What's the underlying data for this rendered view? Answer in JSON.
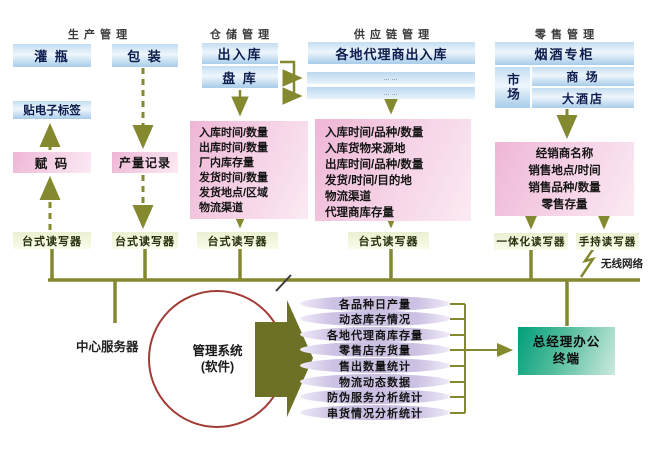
{
  "headers": {
    "production": "生 产 管 理",
    "warehouse": "仓 储 管 理",
    "supply_chain": "供 应 链 管 理",
    "retail": "零 售 管 理"
  },
  "production": {
    "filling": "灌 瓶",
    "packaging": "包 装",
    "tag": "贴电子标签",
    "coding": "赋 码",
    "output_record": "产量记录"
  },
  "warehouse": {
    "in_out": "出入库",
    "stocktake": "盘 库",
    "panel": [
      "入库时间/数量",
      "出库时间/数量",
      "厂内库存量",
      "发货时间/数量",
      "发货地点/区域",
      "物流渠道"
    ]
  },
  "supply_chain": {
    "agent_inout": "各地代理商出入库",
    "bar1": "……",
    "bar2": "……",
    "panel": [
      "入库时间/品种/数量",
      "入库货物来源地",
      "出库时间/品种/数量",
      "发货/时间/目的地",
      "物流渠道",
      "代理商库存量"
    ]
  },
  "retail": {
    "counter": "烟酒专柜",
    "market": "市场",
    "mall": "商 场",
    "hotel": "大酒店",
    "panel": [
      "经销商名称",
      "销售地点/时间",
      "销售品种/数量",
      "零售存量"
    ]
  },
  "readers": {
    "desktop1": "台式读写器",
    "desktop2": "台式读写器",
    "desktop3": "台式读写器",
    "desktop4": "台式读写器",
    "integrated": "一体化读写器",
    "handheld": "手持读写器"
  },
  "network": {
    "wireless": "无线网络",
    "central_server": "中心服务器"
  },
  "system": {
    "circle_line1": "管理系统",
    "circle_line2": "(软件)",
    "terminal_line1": "总经理办公",
    "terminal_line2": "终端"
  },
  "outputs": [
    "各品种日产量",
    "动态库存情况",
    "各地代理商库存量",
    "零售店存货量",
    "售出数量统计",
    "物流动态数据",
    "防伪服务分析统计",
    "串货情况分析统计"
  ],
  "colors": {
    "olive_line": "#84882e",
    "big_arrow": "#6d7126",
    "box_blue": "#a8cce9",
    "panel_pink": "#f2c0da",
    "reader_green": "#ebf0d2",
    "ellipse_purple": "#ccc1e3",
    "terminal_green": "#009f79",
    "circle_red": "#a23c36"
  }
}
